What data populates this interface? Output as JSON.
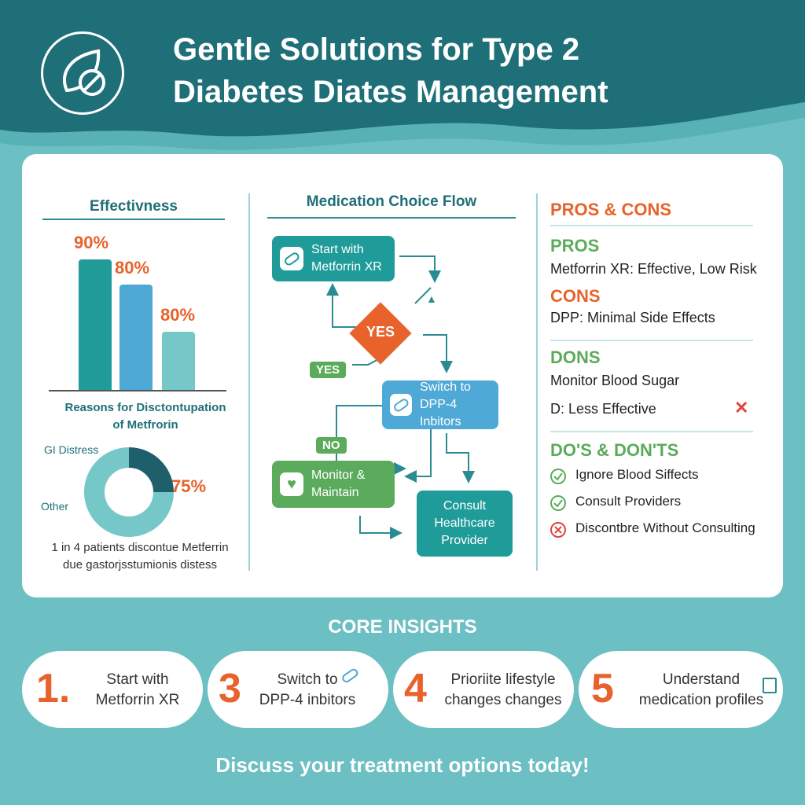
{
  "header": {
    "title_line1": "Gentle Solutions for Type 2",
    "title_line2": "Diabetes Diates Management"
  },
  "effectiveness": {
    "title": "Effectivness",
    "chart_data": {
      "type": "bar",
      "values": [
        90,
        80,
        80
      ],
      "labels": [
        "90%",
        "80%",
        "80%"
      ],
      "colors": [
        "#1f9b9a",
        "#4fa9d6",
        "#76c8c8"
      ]
    }
  },
  "donut": {
    "title_line1": "Reasons for Disctontupation",
    "title_line2": "of Metfrorin",
    "label_gi": "GI Distress",
    "label_other": "Other",
    "label_pct": "75%",
    "caption_line1": "1 in 4 patients discontue Metferrin",
    "caption_line2": "due gastorjsstumionis distess",
    "chart_data": {
      "type": "pie",
      "values": [
        75,
        25
      ],
      "labels": [
        "GI Distress",
        "Other"
      ]
    }
  },
  "flow": {
    "title": "Medication Choice Flow",
    "start_line1": "Start with",
    "start_line2": "Metforrin XR",
    "decision": "YES",
    "yes_tag": "YES",
    "no_tag": "NO",
    "switch_line1": "Switch to",
    "switch_line2": "DPP-4 Inbitors",
    "monitor_line1": "Monitor &",
    "monitor_line2": "Maintain",
    "consult_line1": "Consult",
    "consult_line2": "Healthcare",
    "consult_line3": "Provider"
  },
  "proscons": {
    "title": "PROS & CONS",
    "pros_head": "PROS",
    "pros_text": "Metforrin XR: Effective, Low Risk",
    "cons_head": "CONS",
    "cons_text": "DPP: Minimal Side Effects",
    "dons_head": "DONS",
    "dons_text1": "Monitor Blood Sugar",
    "dons_text2": "D: Less Effective",
    "dos_head": "DO'S & DON'TS",
    "dos": [
      "Ignore Blood Siffects",
      "Consult Providers",
      "Discontbre Without Consulting"
    ]
  },
  "insights": {
    "title": "CORE INSIGHTS",
    "cards": [
      {
        "num": "1.",
        "line1": "Start with",
        "line2": "Metforrin XR"
      },
      {
        "num": "3",
        "line1": "Switch to",
        "line2": "DPP-4 inbitors"
      },
      {
        "num": "4",
        "line1": "Prioriite lifestyle",
        "line2": "changes changes"
      },
      {
        "num": "5",
        "line1": "Understand",
        "line2": "medication profiles"
      }
    ]
  },
  "footer": "Discuss your treatment options today!",
  "colors": {
    "teal_dark": "#1f6f78",
    "orange": "#e8622c",
    "green": "#5cab5c",
    "blue": "#4fa9d6",
    "background": "#6cbfc3"
  }
}
